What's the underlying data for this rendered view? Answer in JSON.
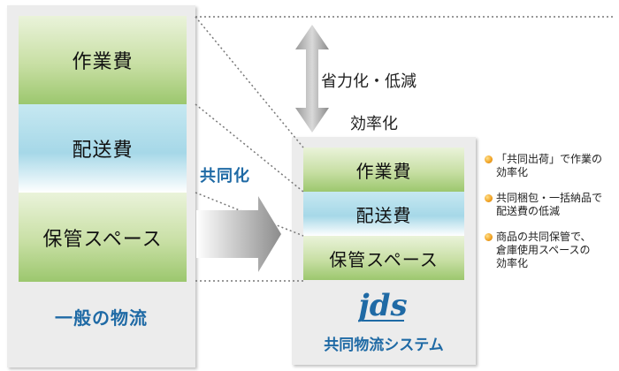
{
  "general": {
    "blocks": [
      "作業費",
      "配送費",
      "保管スペース"
    ],
    "caption": "一般の物流"
  },
  "jds": {
    "blocks": [
      "作業費",
      "配送費",
      "保管スペース"
    ],
    "logo_text": "jds",
    "caption": "共同物流システム"
  },
  "transition_label": "共同化",
  "reduction_label": "省力化・低減",
  "efficiency_label": "効率化",
  "benefits": [
    "「共同出荷」で作業の\n効率化",
    "共同梱包・一括納品で\n配送費の低減",
    "商品の共同保管で、\n倉庫使用スペースの\n効率化"
  ],
  "colors": {
    "caption_blue": "#1f6aa5",
    "block_green": "#9cc76e",
    "block_blue": "#a6d8e8",
    "bullet_orange": "#f0a020"
  }
}
